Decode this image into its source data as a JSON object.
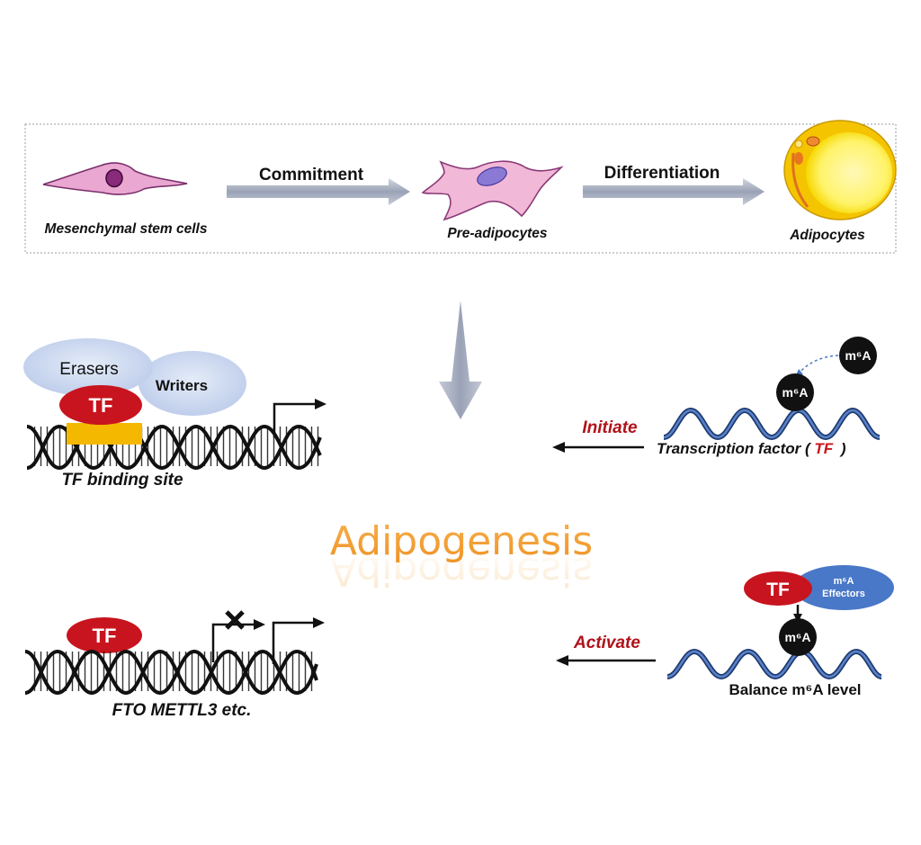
{
  "diagram": {
    "stages": {
      "mesenchymal": "Mesenchymal stem cells",
      "preadipocytes": "Pre-adipocytes",
      "adipocytes": "Adipocytes"
    },
    "transitions": {
      "commitment": "Commitment",
      "differentiation": "Differentiation"
    },
    "title": "Adipogenesis",
    "upper_left": {
      "erasers": "Erasers",
      "writers": "Writers",
      "tf": "TF",
      "site_label": "TF binding site"
    },
    "upper_right": {
      "m6a_free": "m⁶A",
      "m6a_bound": "m⁶A",
      "arrow_label": "Initiate",
      "tf_label_prefix": "Transcription factor  (",
      "tf_label_tf": "TF",
      "tf_label_suffix": ")"
    },
    "lower_left": {
      "tf": "TF",
      "gene_label": "FTO METTL3 etc."
    },
    "lower_right": {
      "tf": "TF",
      "effectors_line1": "m⁶A",
      "effectors_line2": "Effectors",
      "m6a": "m⁶A",
      "arrow_label": "Activate",
      "balance_label": "Balance m⁶A level"
    },
    "colors": {
      "tf_red": "#c8141e",
      "accent_red": "#b0121a",
      "title_orange": "#f2a33a",
      "ellipse_blue": "#c8d7f0",
      "effectors_blue": "#4a78c8",
      "helix_blue": "#3c62a8",
      "arrow_gray": "#9ba3b8",
      "binding_yellow": "#f5b800"
    }
  }
}
